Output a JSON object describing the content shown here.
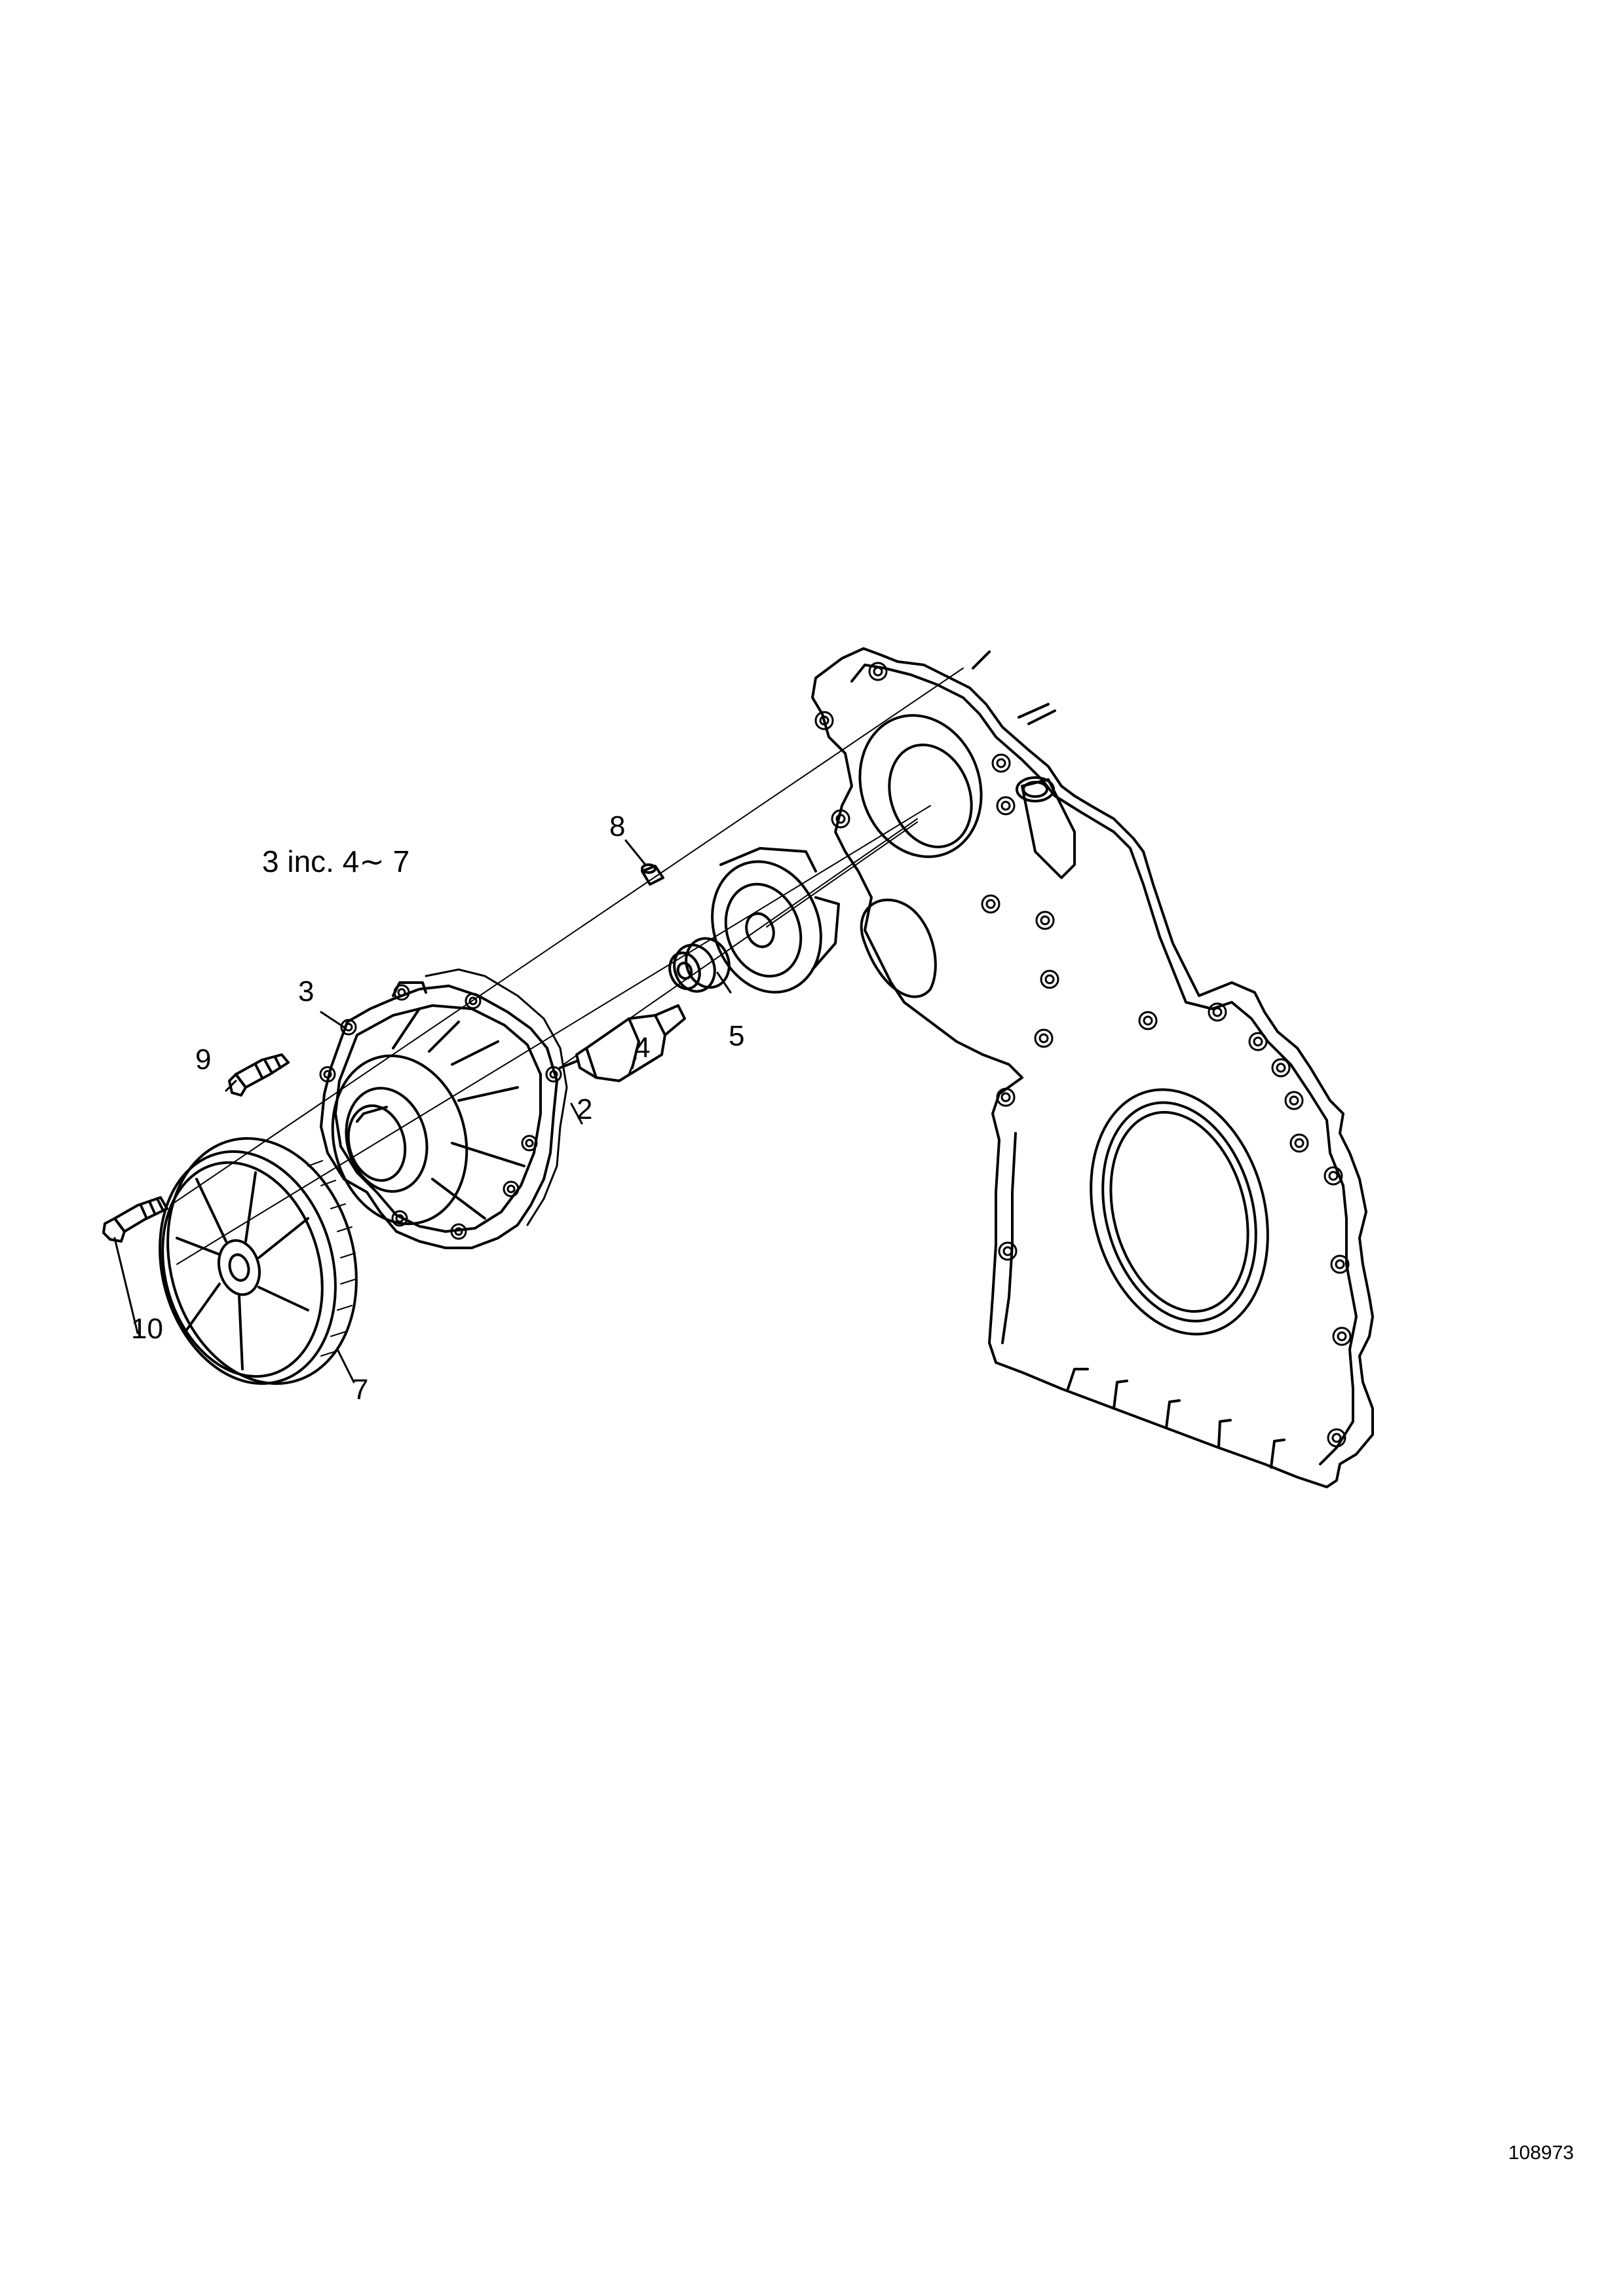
{
  "diagram": {
    "note": "3 inc. 4∼ 7",
    "callouts": {
      "c2": "2",
      "c3": "3",
      "c4": "4",
      "c5": "5",
      "c7": "7",
      "c8": "8",
      "c9": "9",
      "c10": "10"
    },
    "drawing_number": "108973"
  },
  "colors": {
    "line": "#000000",
    "background": "#ffffff"
  }
}
